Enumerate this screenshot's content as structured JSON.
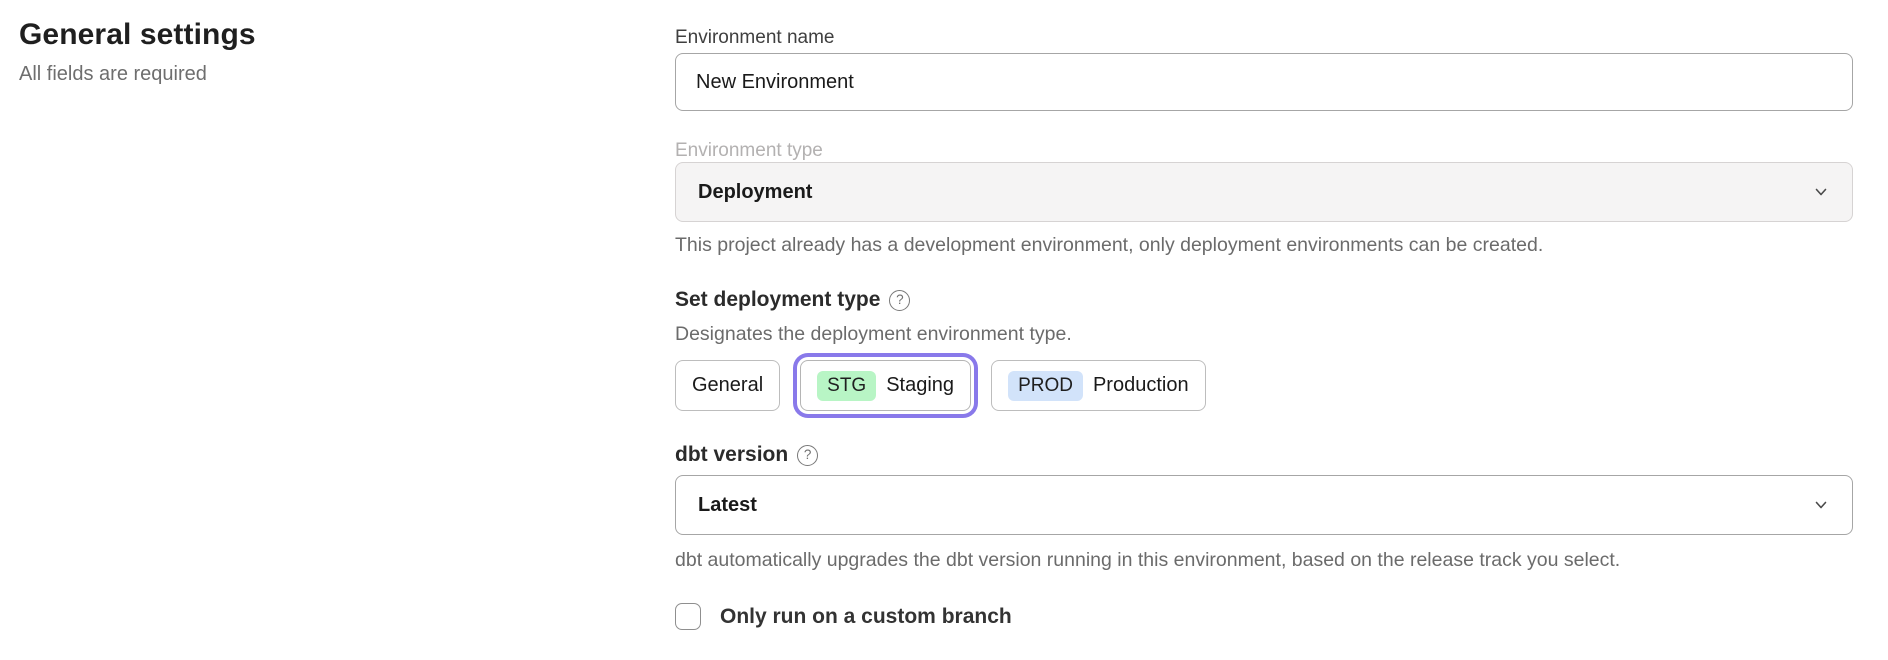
{
  "page": {
    "title": "General settings",
    "subtitle": "All fields are required"
  },
  "form": {
    "environment_name": {
      "label": "Environment name",
      "value": "New Environment"
    },
    "environment_type": {
      "label": "Environment type",
      "value": "Deployment",
      "helper": "This project already has a development environment, only deployment environments can be created.",
      "disabled": true
    },
    "deployment_type": {
      "label": "Set deployment type",
      "description": "Designates the deployment environment type.",
      "options": [
        {
          "label": "General",
          "badge": "",
          "selected": false
        },
        {
          "label": "Staging",
          "badge": "STG",
          "selected": true
        },
        {
          "label": "Production",
          "badge": "PROD",
          "selected": false
        }
      ]
    },
    "dbt_version": {
      "label": "dbt version",
      "value": "Latest",
      "helper": "dbt automatically upgrades the dbt version running in this environment, based on the release track you select."
    },
    "custom_branch": {
      "label": "Only run on a custom branch",
      "checked": false
    }
  },
  "icons": {
    "help": "?",
    "chevron_down": "chevron-down"
  },
  "colors": {
    "accent_purple": "#8979ea",
    "badge_green": "#b8f5c5",
    "badge_blue": "#d2e3fa",
    "helper_gray": "#6b6b6b",
    "disabled_label_gray": "#b3b1b1"
  }
}
